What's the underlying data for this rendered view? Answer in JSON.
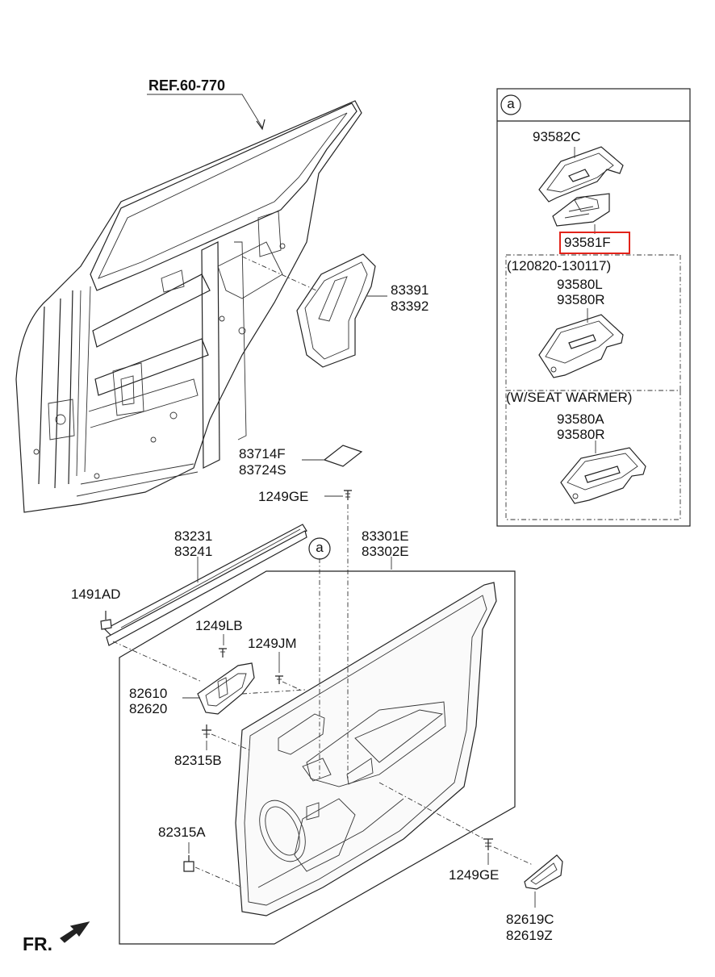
{
  "diagram": {
    "labels": {
      "ref_door": "REF.60-770",
      "pad_1": "83391",
      "pad_2": "83392",
      "tape_1": "83714F",
      "tape_2": "83724S",
      "screw_top": "1249GE",
      "seal_1": "83231",
      "seal_2": "83241",
      "clip": "1491AD",
      "trim_1": "83301E",
      "trim_2": "83302E",
      "callout_a": "a",
      "bolt_lb": "1249LB",
      "bolt_jm": "1249JM",
      "handle_1": "82610",
      "handle_2": "82620",
      "clip_b": "82315B",
      "clip_a": "82315A",
      "screw_bottom": "1249GE",
      "cover_1": "82619C",
      "cover_2": "82619Z",
      "front_marker": "FR."
    },
    "inset": {
      "callout": "a",
      "bezel_part": "93582C",
      "switch_part": "93581F",
      "date_range": "(120820-130117)",
      "switch_l": "93580L",
      "switch_r1": "93580R",
      "option": "(W/SEAT WARMER)",
      "switch_a": "93580A",
      "switch_r2": "93580R"
    },
    "colors": {
      "line": "#222222",
      "highlight": "#e2231a",
      "background": "#ffffff"
    }
  }
}
